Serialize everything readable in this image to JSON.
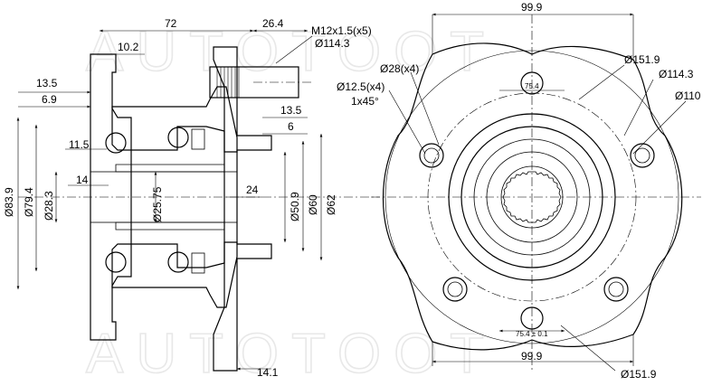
{
  "watermark": {
    "top": "AUTOTOOT",
    "bottom": "AUTOTOOT"
  },
  "side_view": {
    "dims": {
      "d72": "72",
      "d26_4": "26.4",
      "thread": "M12x1.5(x5)",
      "pcd": "Ø114.3",
      "d10_2": "10.2",
      "d13_5_left": "13.5",
      "d6_9": "6.9",
      "d13_5_right": "13.5",
      "d6": "6",
      "d11_5": "11.5",
      "d14": "14",
      "d24": "24",
      "d83_9": "Ø83.9",
      "d79_4": "Ø79.4",
      "d28_3": "Ø28.3",
      "d25_75": "Ø25.75",
      "d50_9": "Ø50.9",
      "d60": "Ø60",
      "d62": "Ø62",
      "d14_1": "14.1"
    }
  },
  "front_view": {
    "dims": {
      "d99_9_top": "99.9",
      "d151_9_top": "Ø151.9",
      "d28x4": "Ø28(x4)",
      "d75_4": "75.4",
      "d114_3": "Ø114.3",
      "d12_5x4": "Ø12.5(x4)",
      "chamfer": "1x45°",
      "d110": "Ø110",
      "d75_4_tol": "75.4 ± 0.1",
      "d99_9_bottom": "99.9",
      "d151_9_bottom": "Ø151.9"
    }
  }
}
